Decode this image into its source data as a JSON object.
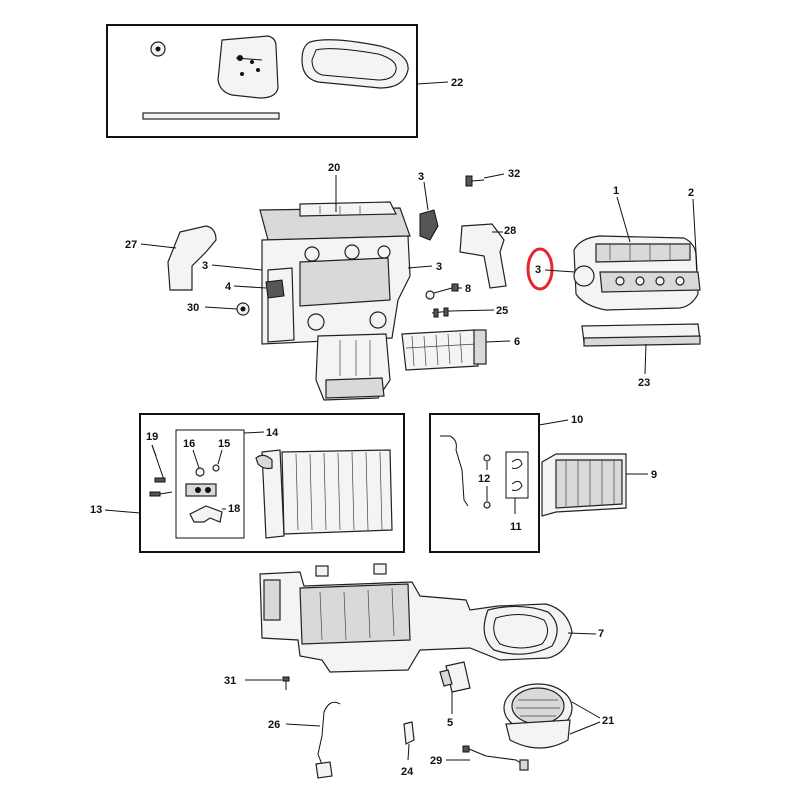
{
  "labels": {
    "l1": "1",
    "l2": "2",
    "l3a": "3",
    "l3b": "3",
    "l3c": "3",
    "l3d": "3",
    "l4": "4",
    "l5": "5",
    "l6": "6",
    "l7": "7",
    "l8": "8",
    "l9": "9",
    "l10": "10",
    "l11": "11",
    "l12": "12",
    "l13": "13",
    "l14": "14",
    "l15": "15",
    "l16": "16",
    "l18": "18",
    "l19": "19",
    "l20": "20",
    "l21": "21",
    "l22": "22",
    "l23": "23",
    "l24": "24",
    "l25": "25",
    "l26": "26",
    "l27": "27",
    "l28": "28",
    "l29": "29",
    "l30": "30",
    "l31": "31",
    "l32": "32"
  },
  "highlight": {
    "color": "#e8242c"
  }
}
